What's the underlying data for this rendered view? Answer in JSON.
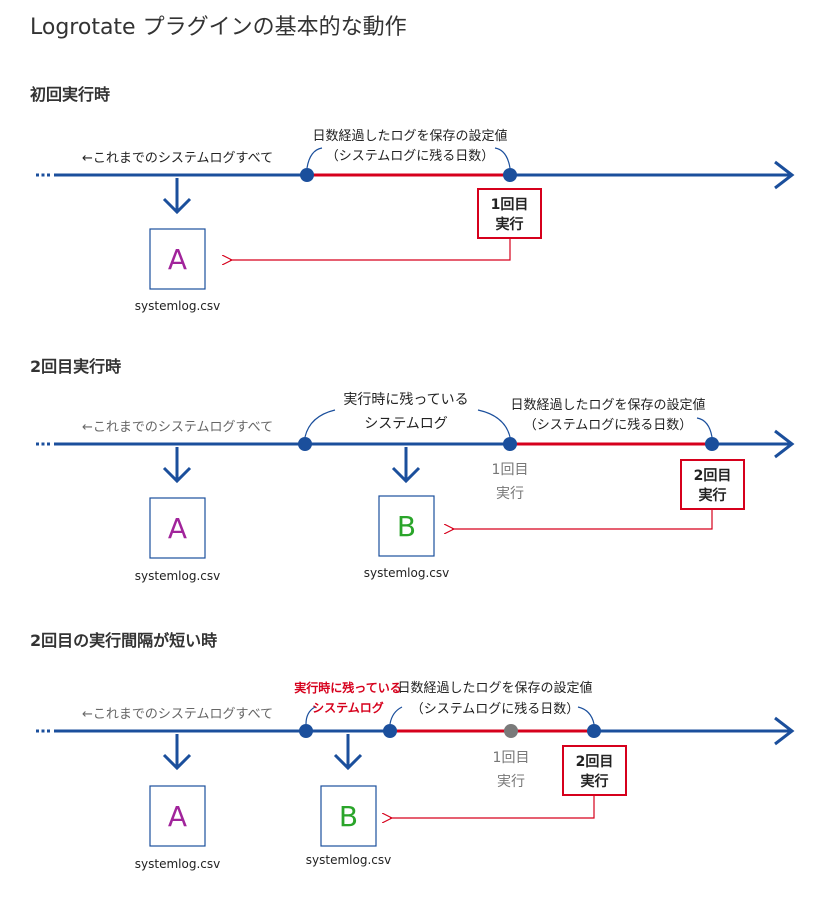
{
  "title": "Logrotate プラグインの基本的な動作",
  "colors": {
    "timeline": "#1b4f9c",
    "retention": "#d6001c",
    "dot": "#1b4f9c",
    "dot_gray": "#7a7a7a",
    "file_a": "#a1249b",
    "file_b": "#2aa52a"
  },
  "section1": {
    "heading": "初回実行時",
    "all_logs": "←これまでのシステムログすべて",
    "retention_line1": "日数経過したログを保存の設定値",
    "retention_line2": "（システムログに残る日数）",
    "run_line1": "1回目",
    "run_line2": "実行",
    "file_a_letter": "A",
    "file_a_name": "systemlog.csv"
  },
  "section2": {
    "heading": "2回目実行時",
    "all_logs": "←これまでのシステムログすべて",
    "remaining_line1": "実行時に残っている",
    "remaining_line2": "システムログ",
    "retention_line1": "日数経過したログを保存の設定値",
    "retention_line2": "（システムログに残る日数）",
    "prev_run_line1": "1回目",
    "prev_run_line2": "実行",
    "run_line1": "2回目",
    "run_line2": "実行",
    "file_a_letter": "A",
    "file_a_name": "systemlog.csv",
    "file_b_letter": "B",
    "file_b_name": "systemlog.csv"
  },
  "section3": {
    "heading": "2回目の実行間隔が短い時",
    "all_logs": "←これまでのシステムログすべて",
    "remaining_line1": "実行時に残っている",
    "remaining_line2": "システムログ",
    "retention_line1": "日数経過したログを保存の設定値",
    "retention_line2": "（システムログに残る日数）",
    "prev_run_line1": "1回目",
    "prev_run_line2": "実行",
    "run_line1": "2回目",
    "run_line2": "実行",
    "file_a_letter": "A",
    "file_a_name": "systemlog.csv",
    "file_b_letter": "B",
    "file_b_name": "systemlog.csv"
  }
}
